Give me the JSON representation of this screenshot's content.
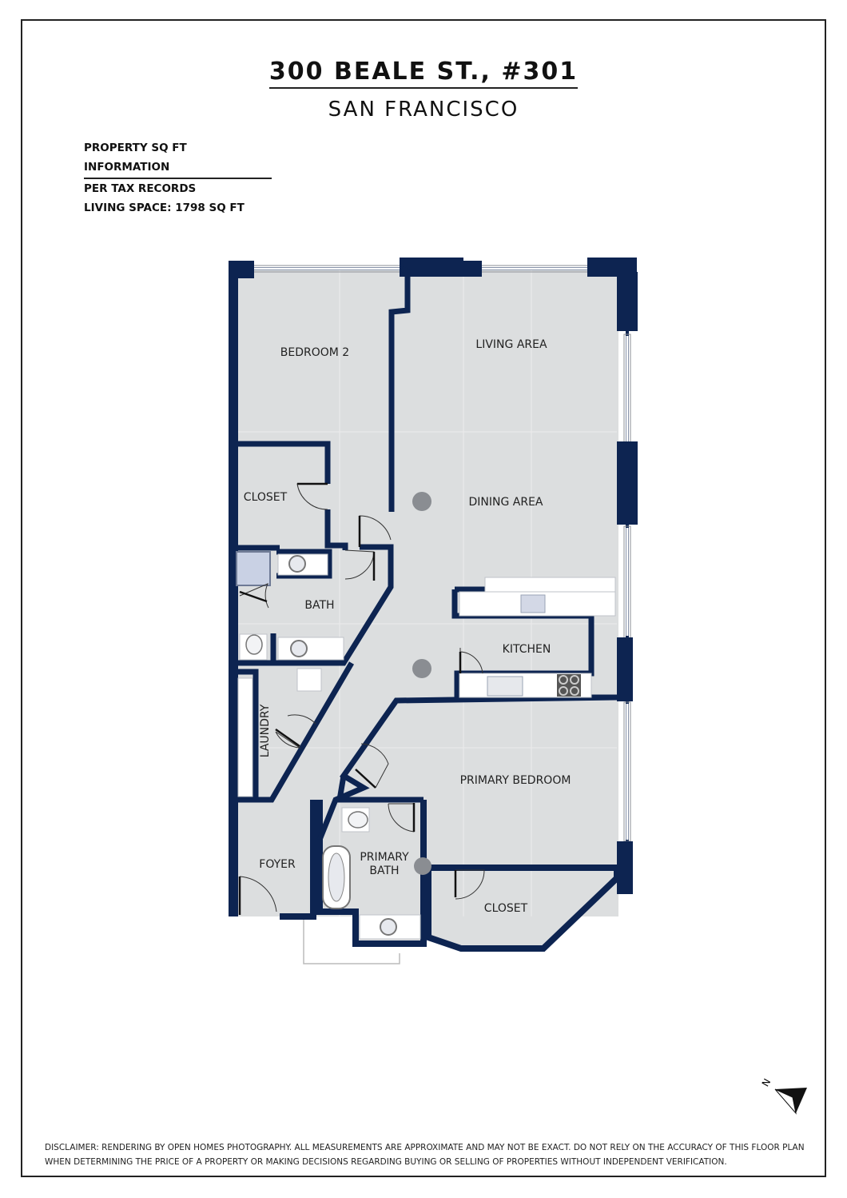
{
  "header": {
    "title": "300 BEALE ST., #301",
    "subtitle": "SAN FRANCISCO"
  },
  "info": {
    "heading": "PROPERTY SQ FT INFORMATION",
    "line1": "PER TAX RECORDS",
    "line2": "LIVING SPACE: 1798 SQ FT"
  },
  "rooms": {
    "bedroom2": "BEDROOM 2",
    "living": "LIVING AREA",
    "closet_top": "CLOSET",
    "dining": "DINING AREA",
    "bath": "BATH",
    "kitchen": "KITCHEN",
    "laundry": "LAUNDRY",
    "primary_bedroom": "PRIMARY BEDROOM",
    "primary_bath_1": "PRIMARY",
    "primary_bath_2": "BATH",
    "foyer": "FOYER",
    "closet_bottom": "CLOSET"
  },
  "compass": {
    "letter": "N"
  },
  "disclaimer": {
    "line1": "DISCLAIMER: RENDERING BY OPEN HOMES PHOTOGRAPHY. ALL MEASUREMENTS ARE APPROXIMATE AND MAY NOT BE EXACT. DO NOT RELY ON THE ACCURACY OF THIS FLOOR PLAN",
    "line2": "WHEN DETERMINING THE PRICE OF A PROPERTY OR MAKING DECISIONS REGARDING BUYING OR SELLING OF PROPERTIES WITHOUT INDEPENDENT VERIFICATION."
  },
  "colors": {
    "wall": "#0d2451",
    "floor": "#dcdedf",
    "window": "#ffffff"
  }
}
